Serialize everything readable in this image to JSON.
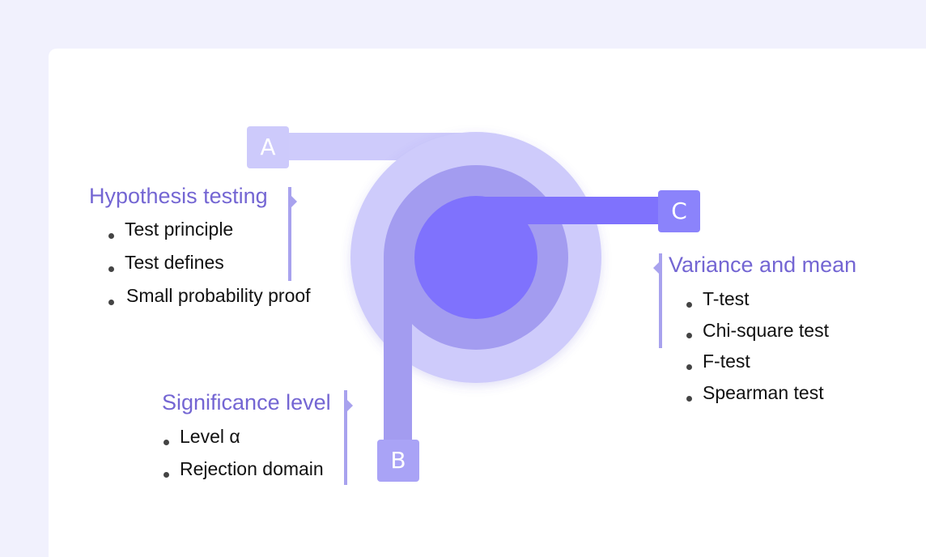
{
  "markers": {
    "a": "A",
    "b": "B",
    "c": "C"
  },
  "hypothesis": {
    "title": "Hypothesis testing",
    "items": [
      "Test principle",
      "Test defines",
      "Small probability proof"
    ]
  },
  "significance": {
    "title": "Significance level",
    "items": [
      "Level α",
      "Rejection domain"
    ]
  },
  "variance": {
    "title": "Variance and mean",
    "items": [
      "T-test",
      "Chi-square test",
      "F-test",
      "Spearman test"
    ]
  },
  "colors": {
    "outer_ring": "#cecbfb",
    "middle_ring": "#a39cf0",
    "inner_circle": "#7f72fd",
    "heading_text": "#7466d3",
    "page_background": "#f1f1fd"
  }
}
